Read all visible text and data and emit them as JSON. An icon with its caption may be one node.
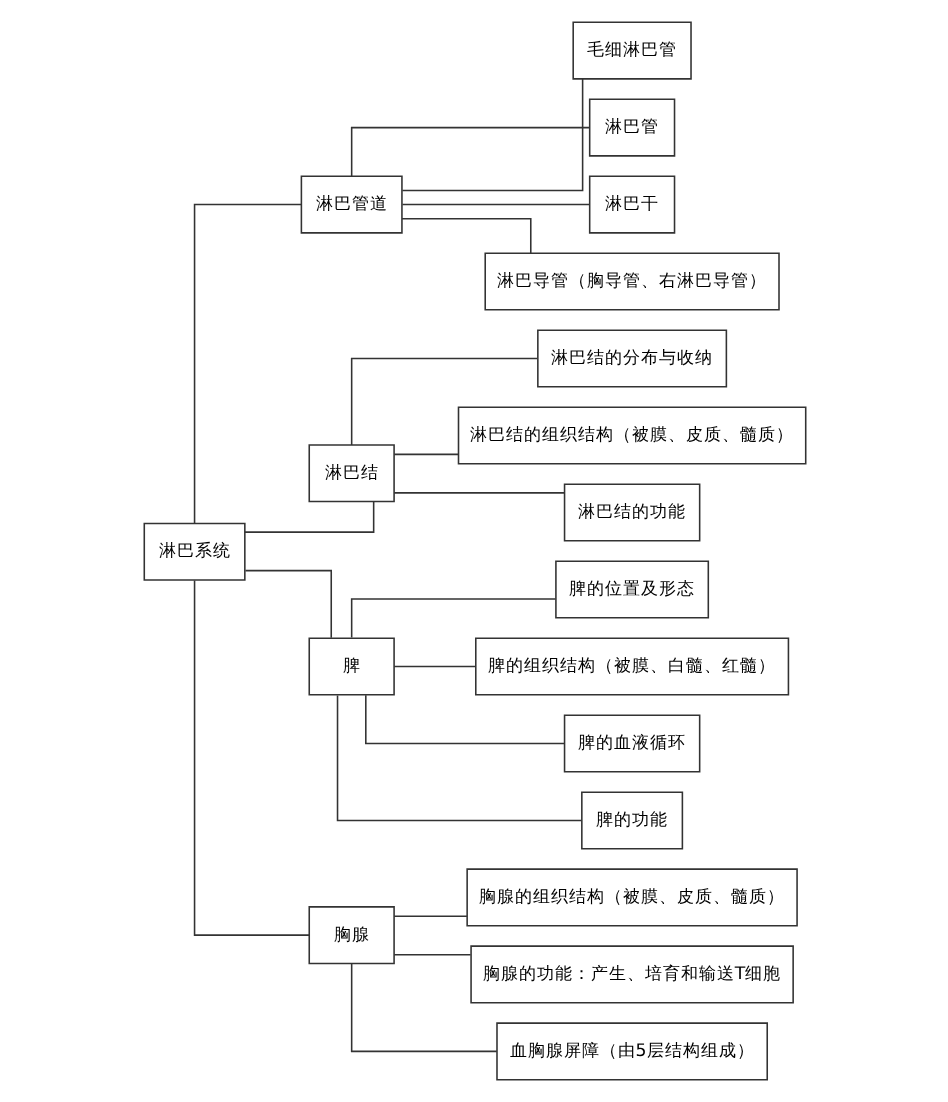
{
  "diagram": {
    "nodes": [
      {
        "text": [
          "淋巴系统"
        ]
      },
      {
        "text": [
          "淋巴管道"
        ]
      },
      {
        "text": [
          "毛细淋巴管"
        ]
      },
      {
        "text": [
          "淋巴管"
        ]
      },
      {
        "text": [
          "淋巴干"
        ]
      },
      {
        "text": [
          "淋巴导管（胸导管、右淋巴导管）"
        ]
      },
      {
        "text": [
          "淋巴结"
        ]
      },
      {
        "text": [
          "淋巴结的分布与收纳"
        ]
      },
      {
        "text": [
          "淋巴结的组织结构（被膜、皮质、髓质）"
        ]
      },
      {
        "text": [
          "淋巴结的功能"
        ]
      },
      {
        "text": [
          "脾"
        ]
      },
      {
        "text": [
          "脾的位置及形态"
        ]
      },
      {
        "text": [
          "脾的组织结构（被膜、白髓、红髓）"
        ]
      },
      {
        "text": [
          "脾的血液循环"
        ]
      },
      {
        "text": [
          "脾的功能"
        ]
      },
      {
        "text": [
          "胸腺"
        ]
      },
      {
        "text": [
          "胸腺的组织结构（被膜、皮质、髓质）"
        ]
      },
      {
        "text": [
          "胸腺的功能：产生、培育和输送T细胞"
        ]
      },
      {
        "text": [
          "血胸腺屏障（由5层结构组成）"
        ]
      }
    ],
    "edges": [
      {
        "from": 0,
        "to": 1,
        "arrow": "none"
      },
      {
        "from": 0,
        "to": 6,
        "arrow": "none"
      },
      {
        "from": 0,
        "to": 10,
        "arrow": "none"
      },
      {
        "from": 0,
        "to": 15,
        "arrow": "none"
      },
      {
        "from": 1,
        "to": 2,
        "arrow": "none"
      },
      {
        "from": 1,
        "to": 3,
        "arrow": "none"
      },
      {
        "from": 1,
        "to": 4,
        "arrow": "none"
      },
      {
        "from": 1,
        "to": 5,
        "arrow": "none"
      },
      {
        "from": 6,
        "to": 7,
        "arrow": "none"
      },
      {
        "from": 6,
        "to": 8,
        "arrow": "none"
      },
      {
        "from": 6,
        "to": 9,
        "arrow": "none"
      },
      {
        "from": 10,
        "to": 11,
        "arrow": "none"
      },
      {
        "from": 10,
        "to": 12,
        "arrow": "none"
      },
      {
        "from": 10,
        "to": 13,
        "arrow": "none"
      },
      {
        "from": 10,
        "to": 14,
        "arrow": "none"
      },
      {
        "from": 15,
        "to": 16,
        "arrow": "none"
      },
      {
        "from": 15,
        "to": 17,
        "arrow": "none"
      },
      {
        "from": 15,
        "to": 18,
        "arrow": "none"
      }
    ]
  }
}
